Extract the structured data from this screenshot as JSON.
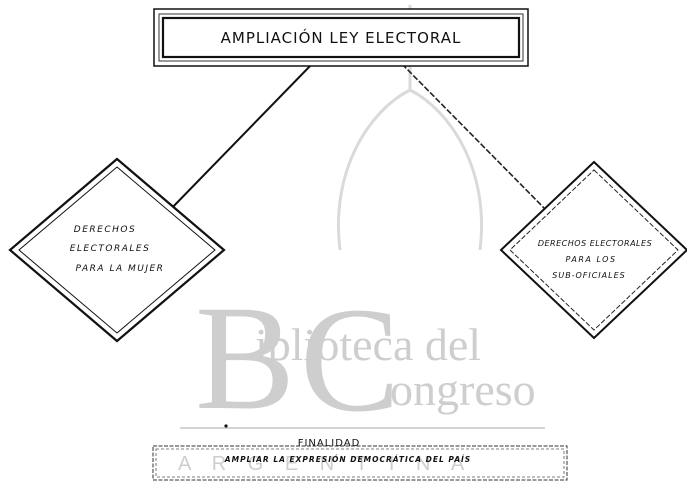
{
  "title_box": {
    "label": "AMPLIACIÓN LEY ELECTORAL"
  },
  "left_node": {
    "lines": [
      "DERECHOS",
      "ELECTORALES",
      "PARA LA MUJER"
    ]
  },
  "right_node": {
    "lines": [
      "DERECHOS ELECTORALES",
      "PARA LOS",
      "SUB-OFICIALES"
    ]
  },
  "bottom_box": {
    "heading": "FINALIDAD",
    "text": "AMPLIAR LA EXPRESIÓN DEMOCRÁTICA DEL PAÍS"
  },
  "watermark": {
    "line1": "iblioteca del",
    "line2": "ongreso",
    "country": "A R G E N T I N A"
  }
}
